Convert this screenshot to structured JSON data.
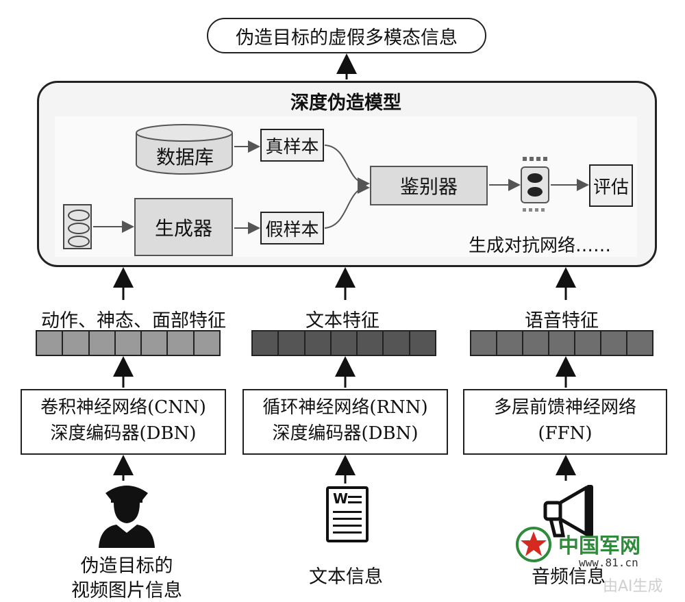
{
  "top_output": "伪造目标的虚假多模态信息",
  "model": {
    "title": "深度伪造模型",
    "database": "数据库",
    "generator": "生成器",
    "real_sample": "真样本",
    "fake_sample": "假样本",
    "discriminator": "鉴别器",
    "evaluate": "评估",
    "gan_note": "生成对抗网络……"
  },
  "features": {
    "left": "动作、神态、面部特征",
    "middle": "文本特征",
    "right": "语音特征"
  },
  "encoders": {
    "left_line1": "卷积神经网络(CNN)",
    "left_line2": "深度编码器(DBN)",
    "middle_line1": "循环神经网络(RNN)",
    "middle_line2": "深度编码器(DBN)",
    "right_line1": "多层前馈神经网络",
    "right_line2": "(FFN)"
  },
  "inputs": {
    "left_line1": "伪造目标的",
    "left_line2": "视频图片信息",
    "middle": "文本信息",
    "right": "音频信息"
  },
  "doc_icon_text": "W",
  "watermark": {
    "brand": "中国军网",
    "url": "www.81.cn",
    "ai_note": "由AI生成"
  },
  "colors": {
    "feature_left": "#9a9a9a",
    "feature_middle": "#555555",
    "feature_right": "#6e6e6e",
    "watermark_green": "#2e8b3a",
    "watermark_red": "#d42a1f"
  }
}
